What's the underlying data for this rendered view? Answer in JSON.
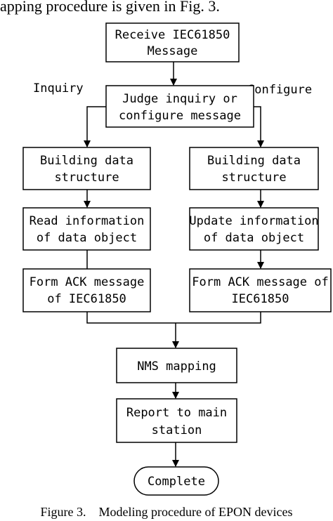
{
  "page_top_fragment": "apping procedure is given in Fig. 3.",
  "nodes": {
    "receive": [
      "Receive IEC61850",
      "Message"
    ],
    "judge": [
      "Judge inquiry or",
      "configure message"
    ],
    "build_left": [
      "Building data",
      "structure"
    ],
    "build_right": [
      "Building data",
      "structure"
    ],
    "read_info": [
      "Read information",
      "of data object"
    ],
    "update_info": [
      "Update information",
      "of data object"
    ],
    "ack_left": [
      "Form ACK message",
      "of IEC61850"
    ],
    "ack_right": [
      "Form ACK message of",
      "IEC61850"
    ],
    "nms": [
      "NMS mapping"
    ],
    "report": [
      "Report to main",
      "station"
    ],
    "complete": [
      "Complete"
    ]
  },
  "branch_labels": {
    "inquiry": "Inquiry",
    "configure": "Configure"
  },
  "caption": "Figure 3.    Modeling procedure of EPON devices"
}
